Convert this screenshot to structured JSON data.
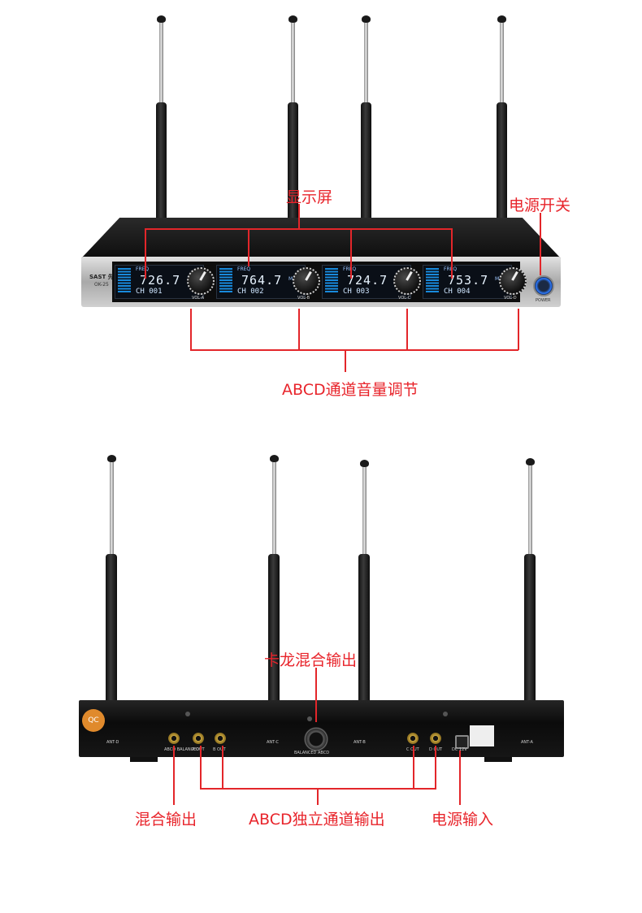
{
  "front": {
    "brand": "SAST 先科",
    "model": "OK-25",
    "power_caption": "POWER",
    "channels": [
      {
        "freq": "726.7",
        "ch": "001",
        "vol_label": "VOL-A"
      },
      {
        "freq": "764.7",
        "ch": "002",
        "vol_label": "VOL-B"
      },
      {
        "freq": "724.7",
        "ch": "003",
        "vol_label": "VOL-C"
      },
      {
        "freq": "753.7",
        "ch": "004",
        "vol_label": "VOL-D"
      }
    ],
    "freq_caption": "FREQ",
    "mhz_caption": "MHz",
    "ch_caption": "CH"
  },
  "back": {
    "antennas": [
      "ANT-D",
      "ANT-C",
      "ANT-B",
      "ANT-A"
    ],
    "qc_sticker": "QC",
    "xlr_caption": "BALANCED ABCD",
    "mix_caption": "ABCD BALANCED",
    "out_captions": [
      "A OUT",
      "B OUT",
      "C OUT",
      "D OUT"
    ],
    "dc_caption": "DC 12V"
  },
  "annotations": {
    "display": "显示屏",
    "power_switch": "电源开关",
    "volume": "ABCD通道音量调节",
    "xlr_mix": "卡龙混合输出",
    "mix_out": "混合输出",
    "independent_out": "ABCD独立通道输出",
    "power_in": "电源输入"
  },
  "colors": {
    "annotation": "#e3262a",
    "panel_silver": "#c8c8c8",
    "body_black": "#121212",
    "lcd_blue": "#1aa0ff",
    "qc_orange": "#e08a2c"
  }
}
